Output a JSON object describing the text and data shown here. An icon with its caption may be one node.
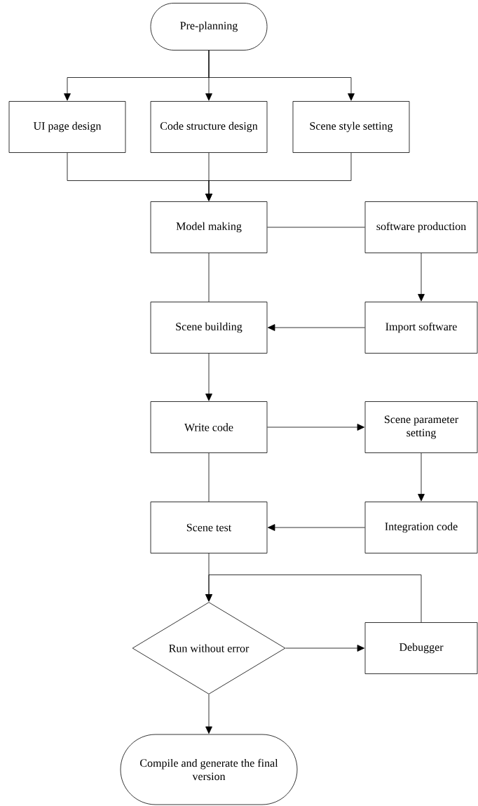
{
  "diagram": {
    "nodes": [
      {
        "text": [
          "Pre-planning"
        ]
      },
      {
        "text": [
          "UI page design"
        ]
      },
      {
        "text": [
          "Code structure design"
        ]
      },
      {
        "text": [
          "Scene style setting"
        ]
      },
      {
        "text": [
          "Model making"
        ]
      },
      {
        "text": [
          "software production"
        ]
      },
      {
        "text": [
          "Scene building"
        ]
      },
      {
        "text": [
          "Import software"
        ]
      },
      {
        "text": [
          "Write code"
        ]
      },
      {
        "text": [
          "Scene parameter setting"
        ]
      },
      {
        "text": [
          "Scene test"
        ]
      },
      {
        "text": [
          "Integration code"
        ]
      },
      {
        "text": [
          "Run without error"
        ]
      },
      {
        "text": [
          "Debugger"
        ]
      },
      {
        "text": [
          "Compile and generate the final version"
        ]
      }
    ],
    "edges": [
      {
        "from": 0,
        "to": 1,
        "arrow": "to"
      },
      {
        "from": 0,
        "to": 2,
        "arrow": "to"
      },
      {
        "from": 0,
        "to": 3,
        "arrow": "to"
      },
      {
        "from": 1,
        "to": 4,
        "arrow": "to"
      },
      {
        "from": 2,
        "to": 4,
        "arrow": "to"
      },
      {
        "from": 3,
        "to": 4,
        "arrow": "to"
      },
      {
        "from": 4,
        "to": 5,
        "arrow": "none"
      },
      {
        "from": 5,
        "to": 7,
        "arrow": "to"
      },
      {
        "from": 7,
        "to": 6,
        "arrow": "to"
      },
      {
        "from": 4,
        "to": 6,
        "arrow": "none"
      },
      {
        "from": 6,
        "to": 8,
        "arrow": "to"
      },
      {
        "from": 8,
        "to": 9,
        "arrow": "to"
      },
      {
        "from": 9,
        "to": 11,
        "arrow": "to"
      },
      {
        "from": 11,
        "to": 10,
        "arrow": "to"
      },
      {
        "from": 8,
        "to": 10,
        "arrow": "none"
      },
      {
        "from": 10,
        "to": 12,
        "arrow": "to"
      },
      {
        "from": 12,
        "to": 13,
        "arrow": "to"
      },
      {
        "from": 13,
        "to": 12,
        "arrow": "to"
      },
      {
        "from": 12,
        "to": 14,
        "arrow": "to"
      }
    ]
  }
}
